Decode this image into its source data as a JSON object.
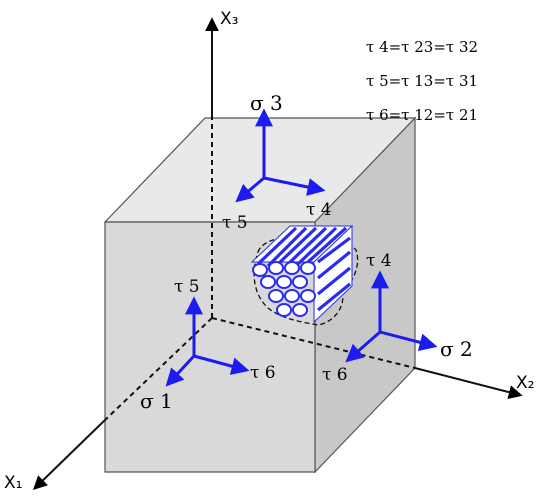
{
  "axes": {
    "x1": "X₁",
    "x2": "X₂",
    "x3": "X₃"
  },
  "equations": [
    "τ 4=τ 23=τ 32",
    "τ 5=τ 13=τ 31",
    "τ 6=τ 12=τ 21"
  ],
  "top_face": {
    "normal": "σ 3",
    "shear_a": "τ 5",
    "shear_b": "τ 4"
  },
  "front_face": {
    "normal": "σ 1",
    "shear_a": "τ 5",
    "shear_b": "τ 6"
  },
  "side_face": {
    "normal": "σ 2",
    "shear_a": "τ 4",
    "shear_b": "τ 6"
  },
  "colors": {
    "arrow": "#1c1cf0",
    "cube_front": "#d7d7d7",
    "cube_top": "#e9e9e9",
    "cube_side": "#c4c4c4",
    "fiber": "#2a2af0"
  }
}
